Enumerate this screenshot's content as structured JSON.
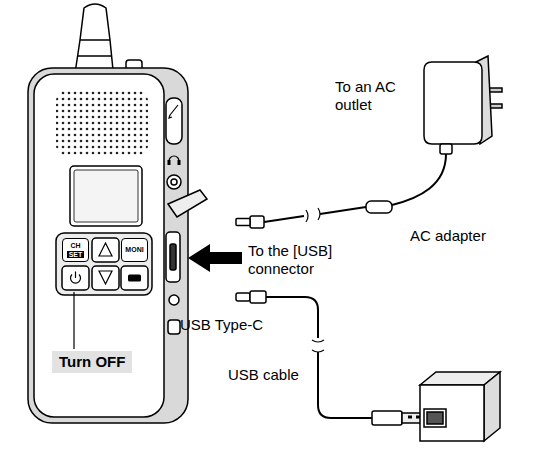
{
  "diagram": {
    "nodes": [
      {
        "text": [
          "CH",
          "SET"
        ]
      },
      {
        "text": [
          "MONI"
        ]
      },
      {
        "text": [
          "Turn OFF"
        ]
      }
    ],
    "labels": [
      "To an AC outlet",
      "AC adapter",
      "To the [USB] connector",
      "USB Type-C",
      "USB cable"
    ]
  }
}
